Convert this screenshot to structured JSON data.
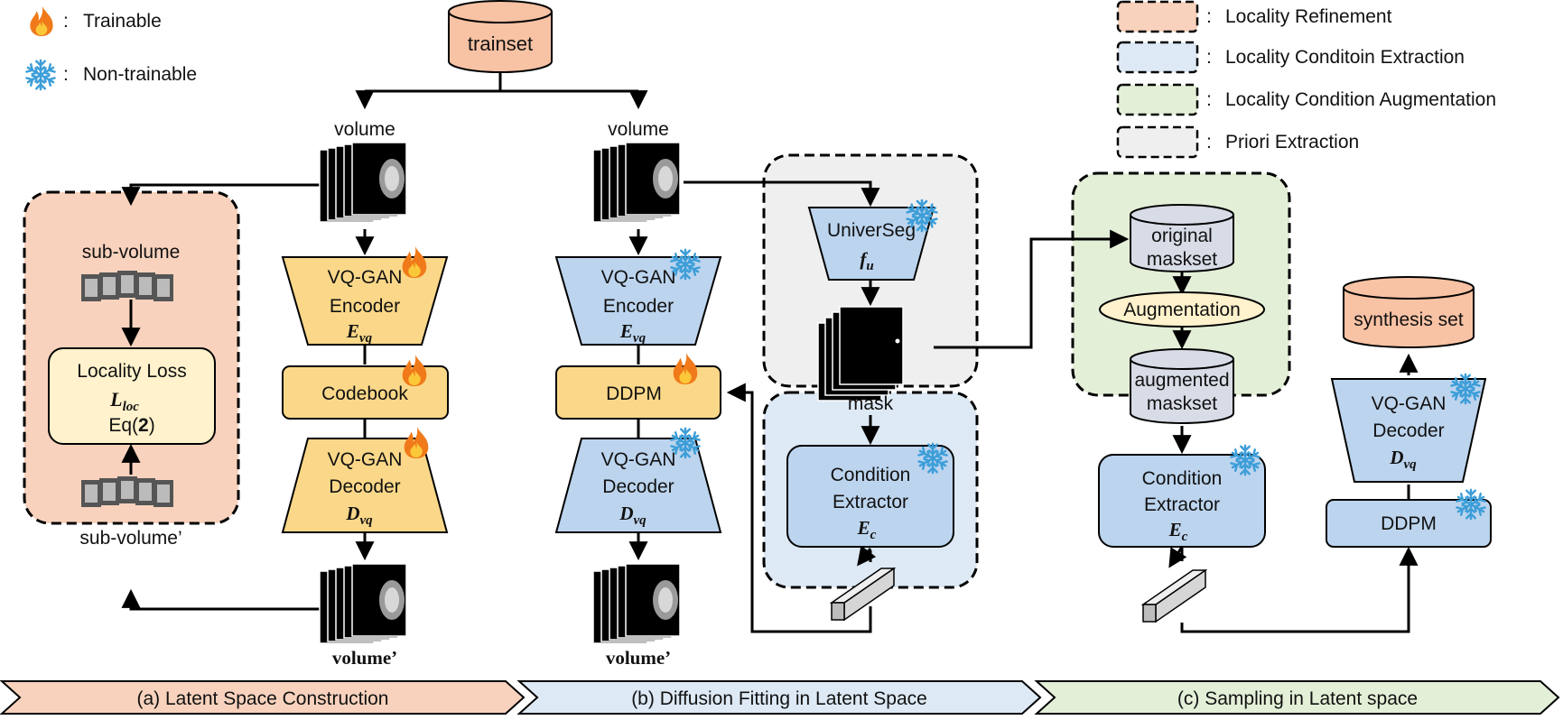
{
  "legend": {
    "trainable": "Trainable",
    "non_trainable": "Non-trainable",
    "separator": ":",
    "locality_refinement": "Locality Refinement",
    "locality_condition_extraction": "Locality Conditoin Extraction",
    "locality_condition_augmentation": "Locality Condition Augmentation",
    "priori_extraction": "Priori Extraction"
  },
  "colors": {
    "orange_box": "#f8d2bd",
    "blue_box": "#dde9f5",
    "green_box": "#e3efd7",
    "gray_box": "#efefef",
    "yellow_module": "#fbd889",
    "blue_module": "#bcd4ee",
    "cylinder_orange": "#f8c2a4",
    "cylinder_gray": "#d7dce6",
    "locality_loss_fill": "#fff2cc",
    "augmentation_fill": "#fff2cc"
  },
  "dataset": {
    "trainset": "trainset",
    "synthesis_set": "synthesis set",
    "original_maskset_1": "original",
    "original_maskset_2": "maskset",
    "augmented_maskset_1": "augmented",
    "augmented_maskset_2": "maskset"
  },
  "part_a": {
    "volume": "volume",
    "volume_prime": "volume’",
    "sub_volume": "sub-volume",
    "sub_volume_prime": "sub-volume’",
    "locality_loss": "Locality Loss",
    "l_loc_main": "L",
    "l_loc_sub": "loc",
    "eq_prefix": "Eq(",
    "eq_num": "2",
    "eq_suffix": ")",
    "encoder_line1": "VQ-GAN",
    "encoder_line2": "Encoder",
    "e_vq_main": "E",
    "e_vq_sub": "vq",
    "codebook": "Codebook",
    "decoder_line1": "VQ-GAN",
    "decoder_line2": "Decoder",
    "d_vq_main": "D",
    "d_vq_sub": "vq"
  },
  "part_b": {
    "volume": "volume",
    "volume_prime": "volume’",
    "encoder_line1": "VQ-GAN",
    "encoder_line2": "Encoder",
    "e_vq_main": "E",
    "e_vq_sub": "vq",
    "ddpm": "DDPM",
    "decoder_line1": "VQ-GAN",
    "decoder_line2": "Decoder",
    "d_vq_main": "D",
    "d_vq_sub": "vq",
    "universeg": "UniverSeg",
    "f_u_main": "f",
    "f_u_sub": "u",
    "mask": "mask",
    "cond_line1": "Condition",
    "cond_line2": "Extractor",
    "e_c_main": "E",
    "e_c_sub": "c"
  },
  "part_c": {
    "augmentation": "Augmentation",
    "cond_line1": "Condition",
    "cond_line2": "Extractor",
    "e_c_main": "E",
    "e_c_sub": "c",
    "decoder_line1": "VQ-GAN",
    "decoder_line2": "Decoder",
    "d_vq_main": "D",
    "d_vq_sub": "vq",
    "ddpm": "DDPM"
  },
  "stages": {
    "a": "(a) Latent Space Construction",
    "b": "(b) Diffusion Fitting in Latent Space",
    "c": "(c) Sampling in Latent space"
  },
  "icons": {
    "trainable": "flame-icon",
    "non_trainable": "snowflake-icon"
  }
}
